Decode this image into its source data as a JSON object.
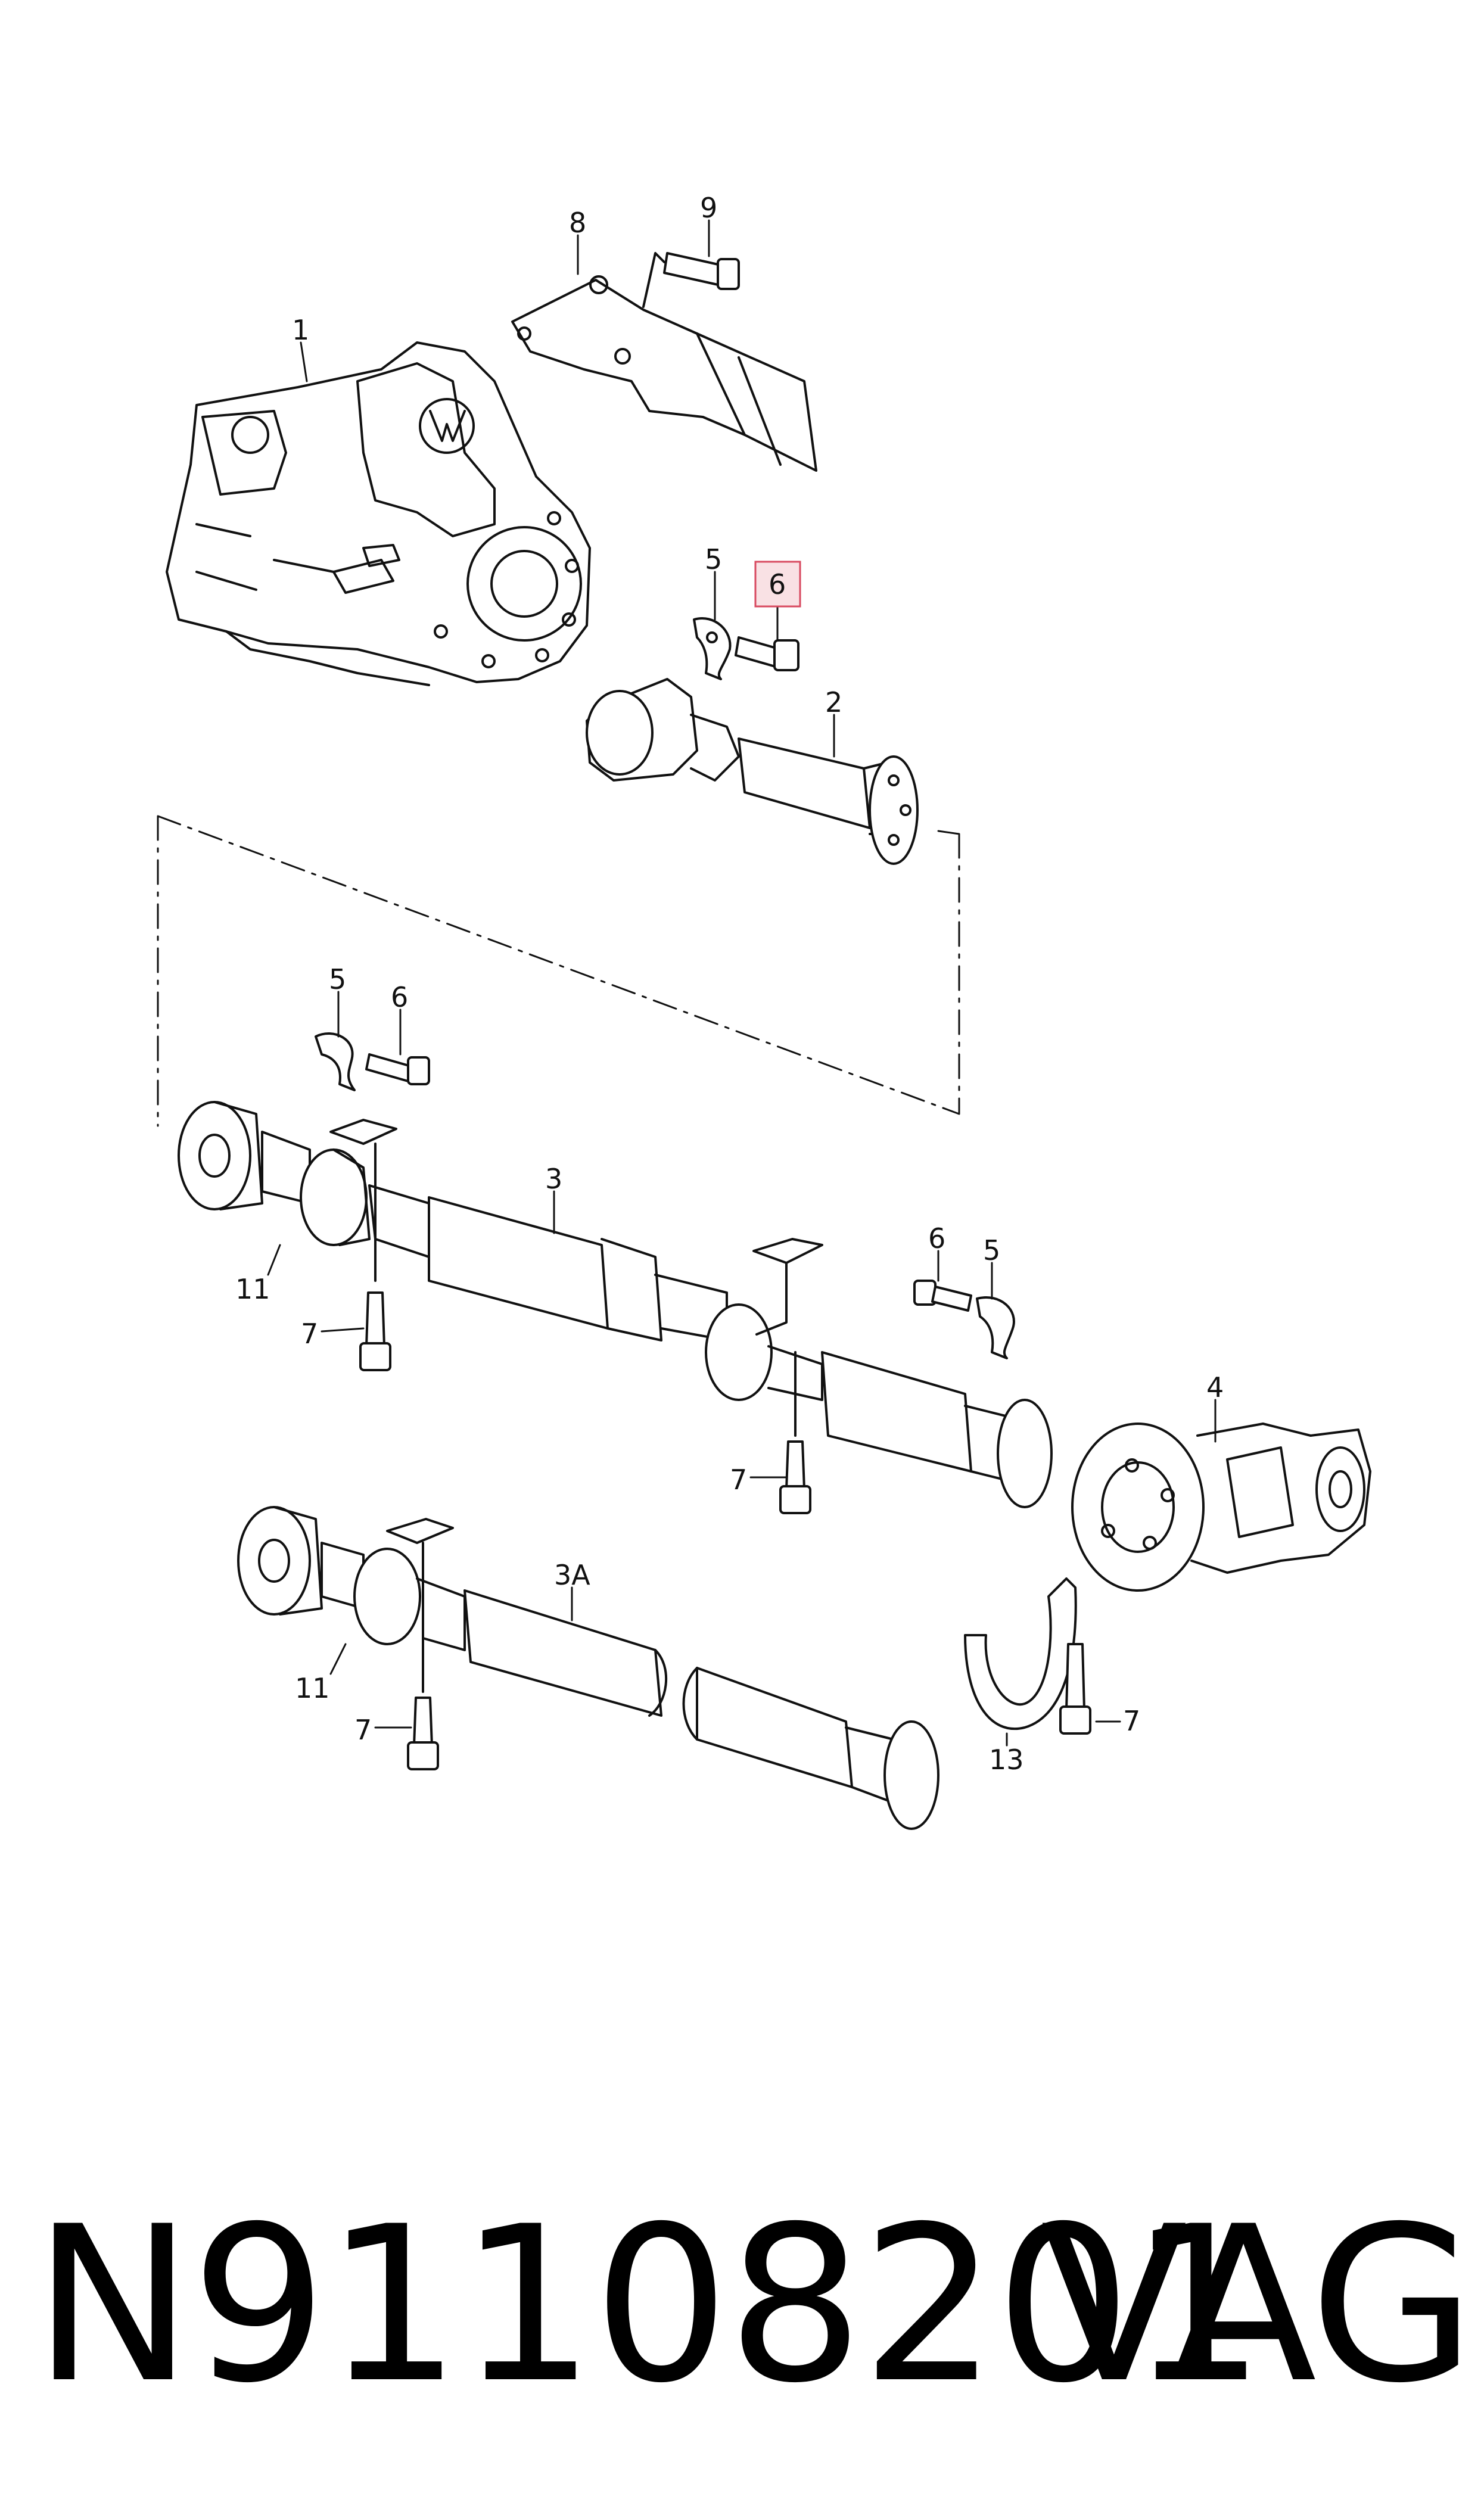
{
  "callouts": {
    "c1": "1",
    "c2": "2",
    "c3": "3",
    "c3a": "3A",
    "c4": "4",
    "c5a": "5",
    "c5b": "5",
    "c5c": "5",
    "c6a": "6",
    "c6b": "6",
    "c6c": "6",
    "c7a": "7",
    "c7b": "7",
    "c7c": "7",
    "c7d": "7",
    "c8": "8",
    "c9": "9",
    "c11a": "11",
    "c11b": "11",
    "c13": "13"
  },
  "highlighted_callout": "6",
  "footer": {
    "part_number": "N91108201",
    "brand": "VAG"
  },
  "colors": {
    "highlight_fill": "#f9e1e4",
    "highlight_stroke": "#d84a60",
    "line": "#111111"
  }
}
